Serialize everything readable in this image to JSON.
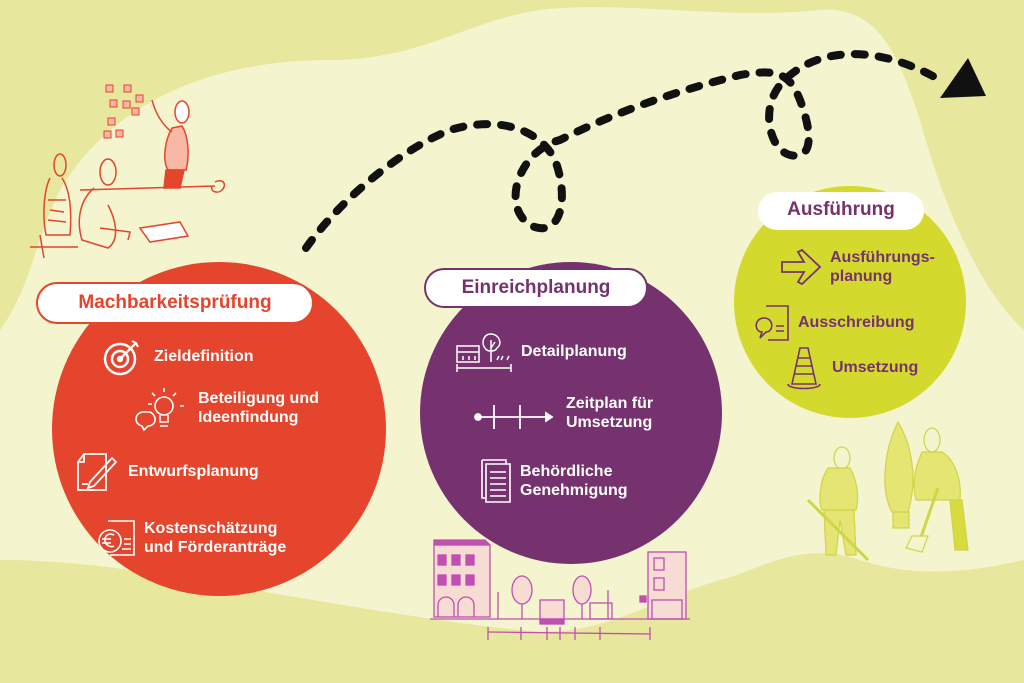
{
  "colors": {
    "background_outer": "#e8e79e",
    "background_inner": "#f4f4cf",
    "red": "#e4452c",
    "purple": "#76326e",
    "lime": "#d4d92e",
    "path": "#111111"
  },
  "phases": [
    {
      "title": "Machbarkeitsprüfung",
      "items": [
        {
          "icon": "target-icon",
          "label": "Zieldefinition"
        },
        {
          "icon": "lightbulb-speech-icon",
          "label": "Beteiligung und\nIdeenfindung",
          "line1": "Beteiligung und",
          "line2": "Ideenfindung"
        },
        {
          "icon": "document-pencil-icon",
          "label": "Entwurfsplanung"
        },
        {
          "icon": "euro-document-icon",
          "label": "Kostenschätzung\nund Förderanträge",
          "line1": "Kostenschätzung",
          "line2": "und Förderanträge"
        }
      ]
    },
    {
      "title": "Einreichplanung",
      "items": [
        {
          "icon": "bench-tree-icon",
          "label": "Detailplanung"
        },
        {
          "icon": "timeline-icon",
          "label": "Zeitplan für\nUmsetzung",
          "line1": "Zeitplan für",
          "line2": "Umsetzung"
        },
        {
          "icon": "documents-icon",
          "label": "Behördliche\nGenehmigung",
          "line1": "Behördliche",
          "line2": "Genehmigung"
        }
      ]
    },
    {
      "title": "Ausführung",
      "items": [
        {
          "icon": "arrow-right-icon",
          "label": "Ausführungs-\nplanung",
          "line1": "Ausführungs-",
          "line2": "planung"
        },
        {
          "icon": "speech-document-icon",
          "label": "Ausschreibung"
        },
        {
          "icon": "traffic-cone-icon",
          "label": "Umsetzung"
        }
      ]
    }
  ],
  "illustrations": [
    "workshop-meeting-illustration",
    "street-cross-section-illustration",
    "planting-workers-illustration"
  ]
}
